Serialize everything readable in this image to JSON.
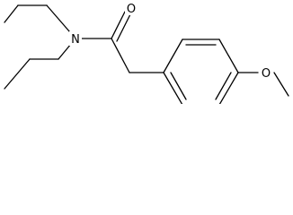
{
  "molecule": {
    "atoms": {
      "nitrogen": "N",
      "carbonyl_oxygen": "O",
      "ether_oxygen": "O"
    },
    "colors": {
      "bond": "#000000",
      "background": "#ffffff"
    }
  }
}
